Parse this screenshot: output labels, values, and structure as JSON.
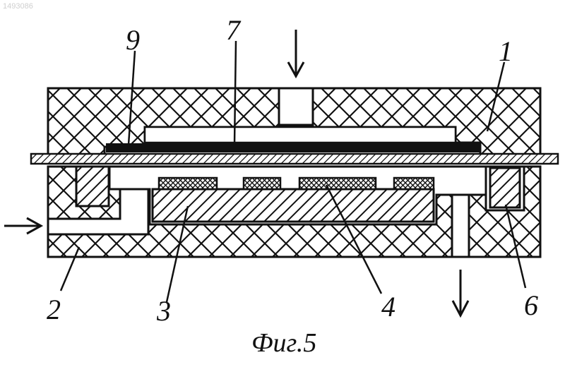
{
  "watermark": "1493086",
  "figure_caption": "Фиг.5",
  "labels": {
    "l1": "1",
    "l2": "2",
    "l3": "3",
    "l4": "4",
    "l6": "6",
    "l7": "7",
    "l9": "9"
  },
  "colors": {
    "ink": "#111111",
    "paper": "#ffffff"
  },
  "flow_arrows": [
    "flow-in-top-arrow",
    "flow-in-left-arrow",
    "flow-out-bottom-arrow"
  ]
}
